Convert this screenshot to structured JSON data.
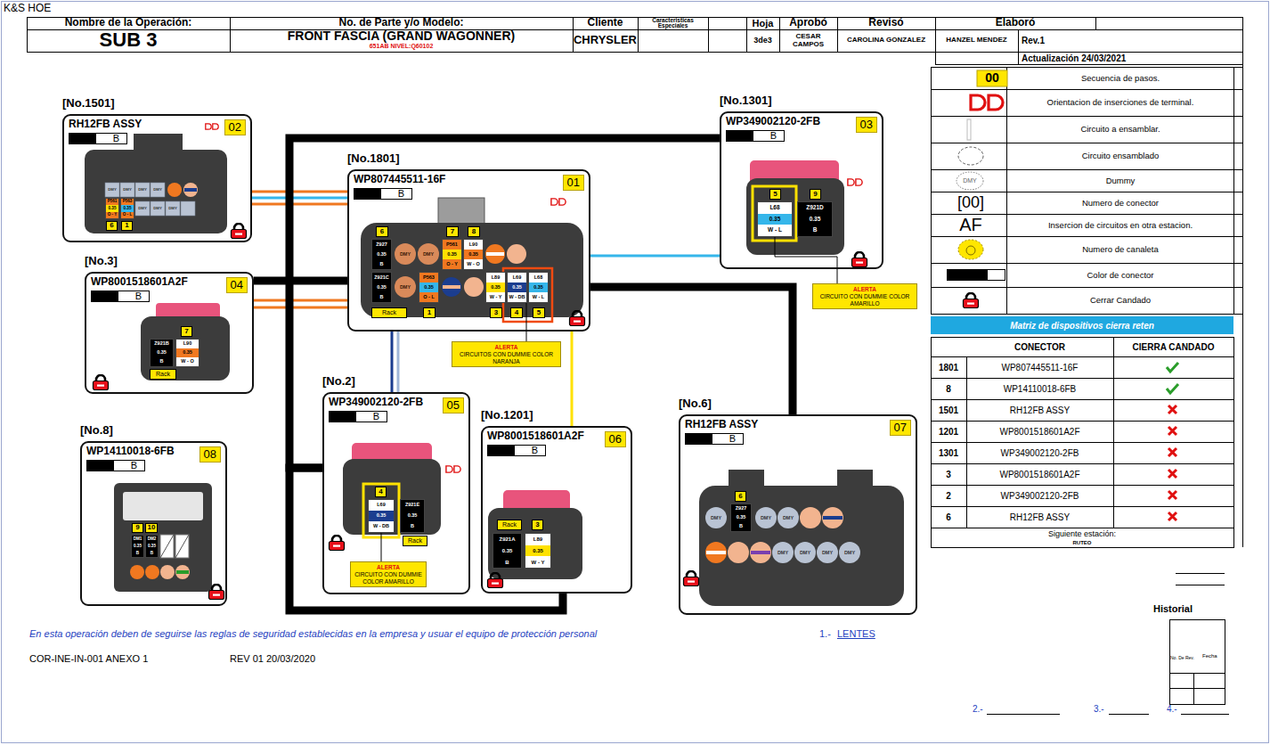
{
  "diagram": {
    "nodes": [
      {
        "text": [
          "[No.1501]",
          "RH12FB ASSY",
          "B",
          "02"
        ]
      },
      {
        "text": [
          "P561",
          "0.35",
          "O - Y"
        ],
        "in": 0
      },
      {
        "text": [
          "P563",
          "0.35",
          "O - L"
        ],
        "in": 0
      },
      {
        "text": [
          "[No.1801]",
          "WP807445511-16F",
          "B",
          "01"
        ]
      },
      {
        "text": [
          "Z927",
          "0.35",
          "B"
        ],
        "in": 3
      },
      {
        "text": [
          "P561",
          "0.35",
          "O - Y"
        ],
        "in": 3
      },
      {
        "text": [
          "L90",
          "0.35",
          "W - O"
        ],
        "in": 3
      },
      {
        "text": [
          "Z921C",
          "0.35",
          "B"
        ],
        "in": 3
      },
      {
        "text": [
          "P563",
          "0.35",
          "O - L"
        ],
        "in": 3
      },
      {
        "text": [
          "L89",
          "0.35",
          "W - Y"
        ],
        "in": 3
      },
      {
        "text": [
          "L69",
          "0.35",
          "W - DB"
        ],
        "in": 3
      },
      {
        "text": [
          "L68",
          "0.35",
          "W - L"
        ],
        "in": 3
      },
      {
        "text": [
          "ALERTA",
          "CIRCUITOS CON DUMMIE COLOR NARANJA"
        ]
      },
      {
        "text": [
          "[No.1301]",
          "WP349002120-2FB",
          "B",
          "03"
        ]
      },
      {
        "text": [
          "L68",
          "0.35",
          "W - L"
        ],
        "in": 13
      },
      {
        "text": [
          "Z921D",
          "0.35",
          "B"
        ],
        "in": 13
      },
      {
        "text": [
          "ALERTA",
          "CIRCUITO CON DUMMIE COLOR AMARILLO"
        ]
      },
      {
        "text": [
          "[No.3]",
          "WP8001518601A2F",
          "B",
          "04"
        ]
      },
      {
        "text": [
          "Z921B",
          "0.35",
          "B"
        ],
        "in": 17
      },
      {
        "text": [
          "L90",
          "0.35",
          "W - O"
        ],
        "in": 17
      },
      {
        "text": [
          "[No.8]",
          "WP14110018-6FB",
          "B",
          "08"
        ]
      },
      {
        "text": [
          "DM1",
          "0.35",
          "B"
        ],
        "in": 20
      },
      {
        "text": [
          "DM2",
          "0.35",
          "B"
        ],
        "in": 20
      },
      {
        "text": [
          "[No.2]",
          "WP349002120-2FB",
          "B",
          "05"
        ]
      },
      {
        "text": [
          "L69",
          "0.35",
          "W - DB"
        ],
        "in": 23
      },
      {
        "text": [
          "Z921E",
          "0.35",
          "B"
        ],
        "in": 23
      },
      {
        "text": [
          "ALERTA",
          "CIRCUITO CON DUMMIE COLOR AMARILLO"
        ],
        "in": 23
      },
      {
        "text": [
          "[No.1201]",
          "WP8001518601A2F",
          "B",
          "06"
        ]
      },
      {
        "text": [
          "Z921A",
          "0.35",
          "B"
        ],
        "in": 27
      },
      {
        "text": [
          "L89",
          "0.35",
          "W - Y"
        ],
        "in": 27
      },
      {
        "text": [
          "[No.6]",
          "RH12FB ASSY",
          "B",
          "07"
        ]
      },
      {
        "text": [
          "Z927",
          "0.35",
          "B"
        ],
        "in": 30
      }
    ],
    "edges": [
      {
        "from": 0,
        "to": 3,
        "arrow": "none"
      },
      {
        "from": 17,
        "to": 3,
        "arrow": "none"
      },
      {
        "from": 3,
        "to": 13,
        "arrow": "none"
      },
      {
        "from": 13,
        "to": 23,
        "arrow": "none"
      },
      {
        "from": 23,
        "to": 27,
        "arrow": "none"
      },
      {
        "from": 3,
        "to": 30,
        "arrow": "none"
      },
      {
        "from": 3,
        "to": 23,
        "arrow": "none"
      },
      {
        "from": 3,
        "to": 27,
        "arrow": "none"
      },
      {
        "from": 12,
        "to": 10,
        "arrow": "none"
      },
      {
        "from": 16,
        "to": 14,
        "arrow": "none"
      },
      {
        "from": 26,
        "to": 24,
        "arrow": "none"
      }
    ],
    "labels": [
      "K&S HOE",
      "Nombre de la Operación:",
      "No. de Parte y/o Modelo:",
      "Cliente",
      "Caracteristicas Especiales",
      "Hoja",
      "Aprobó",
      "Revisó",
      "Elaboró",
      "SUB 3",
      "FRONT FASCIA (GRAND WAGONNER)",
      "651AB NIVEL:Q60102",
      "CHRYSLER",
      "3de3",
      "CESAR CAMPOS",
      "CAROLINA GONZALEZ",
      "HANZEL MENDEZ",
      "Rev.1",
      "Actualización 24/03/2021",
      "00",
      "DMY",
      "[00]",
      "AF",
      "Matriz de dispositivos cierra reten",
      "CONECTOR",
      "CIERRA CANDADO",
      "1801",
      "WP807445511-16F",
      "8",
      "WP14110018-6FB",
      "1501",
      "RH12FB ASSY",
      "1201",
      "WP8001518601A2F",
      "1301",
      "WP349002120-2FB",
      "3",
      "WP8001518601A2F",
      "2",
      "WP349002120-2FB",
      "6",
      "RH12FB ASSY",
      "Siguiente estación:",
      "RUTEO",
      "En esta operación deben de seguirse las reglas de seguridad establecidas en la empresa y usuar el equipo de protección personal",
      "1.-",
      "LENTES",
      "COR-INE-IN-001 ANEXO 1",
      "REV 01 20/03/2020",
      "Historial",
      "Fecha",
      "No. De Rev.",
      "2.-",
      "3.-",
      "4.-",
      "6",
      "1",
      "DMY",
      "DMY",
      "DMY",
      "DMY",
      "DMY",
      "DMY",
      "DMY",
      "6",
      "7",
      "8",
      "Rack",
      "1",
      "3",
      "4",
      "5",
      "DMY",
      "DMY",
      "DMY",
      "5",
      "9",
      "7",
      "Rack",
      "9",
      "10",
      "4",
      "Rack",
      "Rack",
      "3",
      "6",
      "DMY",
      "DMY",
      "DMY",
      "DMY",
      "DMY",
      "DMY",
      "DMY"
    ],
    "legend": [
      {
        "text": "Secuencia de pasos."
      },
      {
        "text": "Orientacion de inserciones de terminal."
      },
      {
        "text": "Circuito a ensamblar."
      },
      {
        "text": "Circuito ensamblado"
      },
      {
        "text": "Dummy"
      },
      {
        "text": "Numero de conector"
      },
      {
        "text": "Insercion de circuitos en otra estacion."
      },
      {
        "text": "Numero de canaleta"
      },
      {
        "text": "Color de conector"
      },
      {
        "text": "Cerrar Candado"
      }
    ]
  }
}
